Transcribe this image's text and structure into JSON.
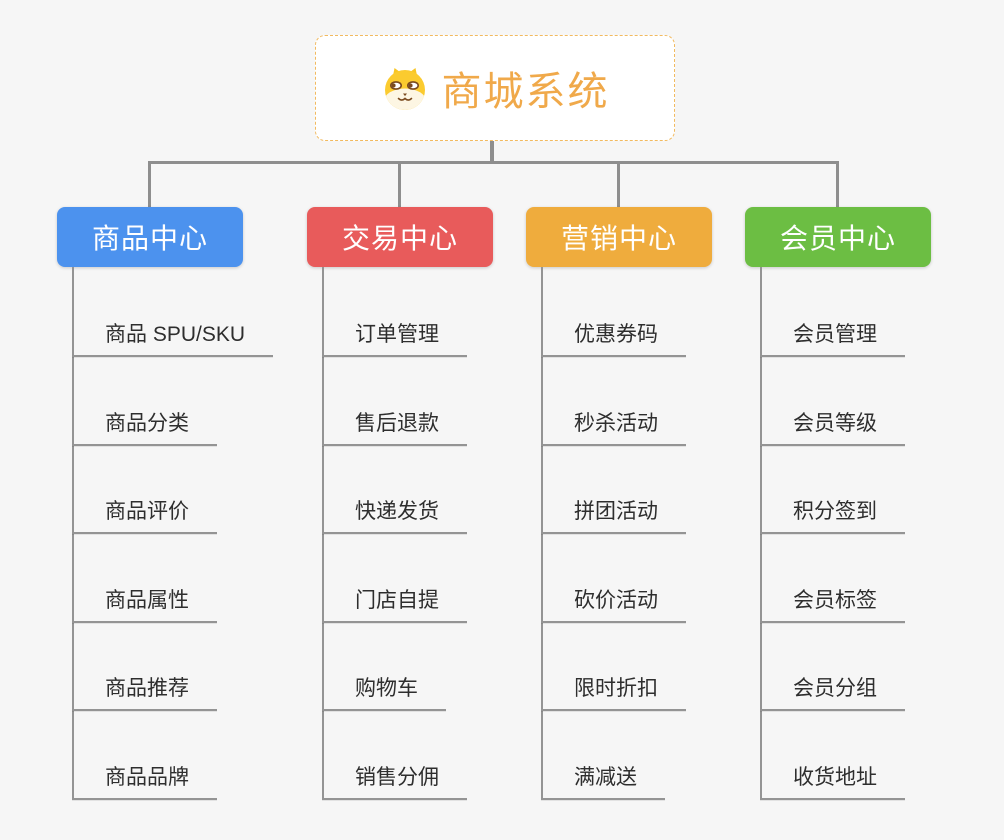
{
  "root": {
    "title": "商城系统",
    "icon": "dog-face-icon",
    "text_color": "#F0A94A",
    "border_color": "#F2BA5F"
  },
  "branches": [
    {
      "label": "商品中心",
      "color": "#4C92EE",
      "items": [
        "商品 SPU/SKU",
        "商品分类",
        "商品评价",
        "商品属性",
        "商品推荐",
        "商品品牌"
      ]
    },
    {
      "label": "交易中心",
      "color": "#E85B5B",
      "items": [
        "订单管理",
        "售后退款",
        "快递发货",
        "门店自提",
        "购物车",
        "销售分佣"
      ]
    },
    {
      "label": "营销中心",
      "color": "#EFAC3D",
      "items": [
        "优惠券码",
        "秒杀活动",
        "拼团活动",
        "砍价活动",
        "限时折扣",
        "满减送"
      ]
    },
    {
      "label": "会员中心",
      "color": "#6CBE43",
      "items": [
        "会员管理",
        "会员等级",
        "积分签到",
        "会员标签",
        "会员分组",
        "收货地址"
      ]
    }
  ],
  "palette": {
    "background": "#F6F6F6",
    "connector_gray": "#8E8E8E",
    "underline_gray": "#949494",
    "leaf_text": "#2E2E2E"
  }
}
